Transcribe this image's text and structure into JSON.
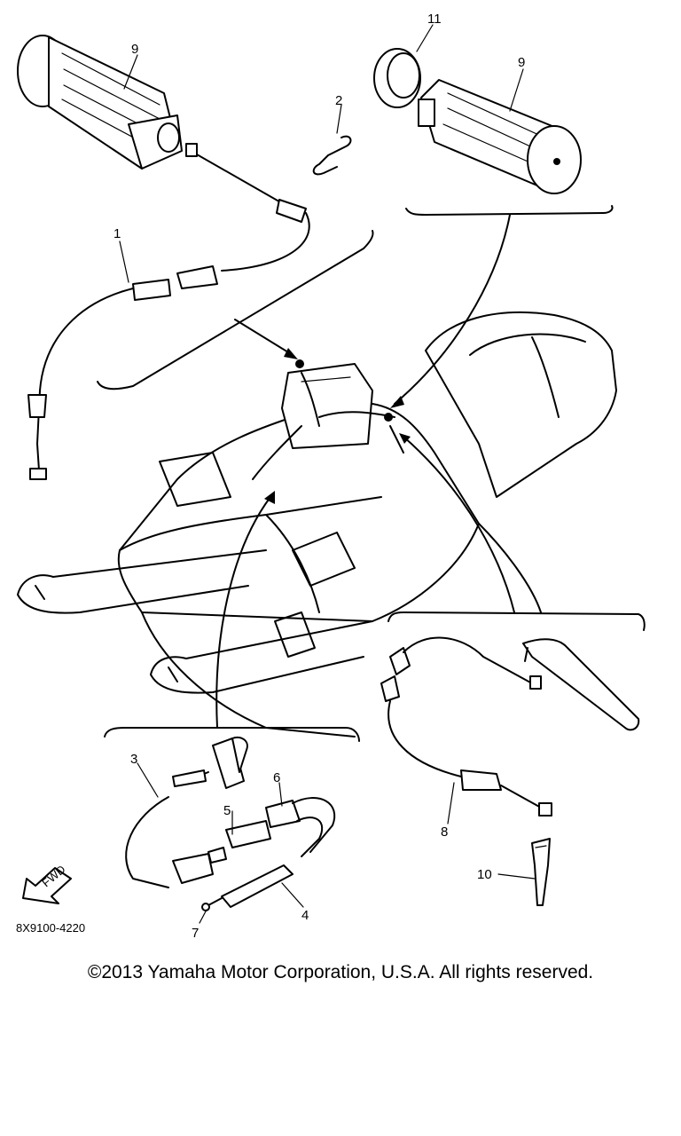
{
  "diagram": {
    "callouts": [
      {
        "id": "1",
        "text": "1"
      },
      {
        "id": "2",
        "text": "2"
      },
      {
        "id": "3",
        "text": "3"
      },
      {
        "id": "4",
        "text": "4"
      },
      {
        "id": "5",
        "text": "5"
      },
      {
        "id": "6",
        "text": "6"
      },
      {
        "id": "7",
        "text": "7"
      },
      {
        "id": "8",
        "text": "8"
      },
      {
        "id": "9a",
        "text": "9"
      },
      {
        "id": "9b",
        "text": "9"
      },
      {
        "id": "10",
        "text": "10"
      },
      {
        "id": "11",
        "text": "11"
      }
    ],
    "fwd_label": "FWD",
    "drawing_code": "8X9100-4220"
  },
  "footer": {
    "copyright": "©2013 Yamaha Motor Corporation, U.S.A. All rights reserved."
  }
}
